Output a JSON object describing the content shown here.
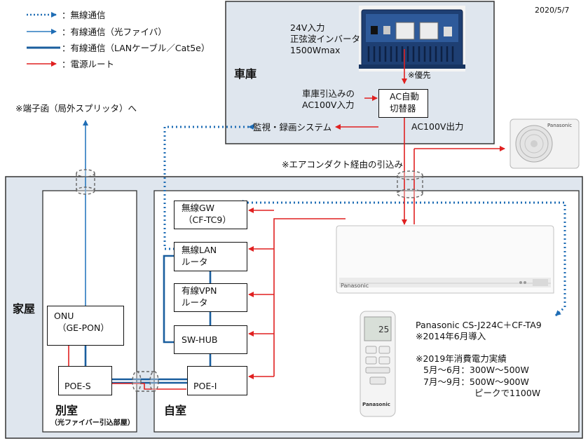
{
  "date": "2020/5/7",
  "legend": [
    {
      "label": "：無線通信",
      "color": "#1f6db5",
      "style": "dotted"
    },
    {
      "label": "：有線通信（光ファイバ）",
      "color": "#2a7abf",
      "style": "thin"
    },
    {
      "label": "：有線通信（LANケーブル／Cat5e）",
      "color": "#1a5e9e",
      "style": "thick"
    },
    {
      "label": "：電源ルート",
      "color": "#e02020",
      "style": "power"
    }
  ],
  "garage": {
    "title": "車庫",
    "inverter": [
      "24V入力",
      "正弦波インバータ",
      "1500Wmax"
    ],
    "priority": "※優先",
    "intake": [
      "車庫引込みの",
      "AC100V入力"
    ],
    "switch": [
      "AC自動",
      "切替器"
    ],
    "output": "AC100V出力",
    "monitor": "監視・録画システム"
  },
  "splitter_note": "※端子函（局外スプリッタ）へ",
  "duct_note": "※エアコンダクト経由の引込み",
  "house": {
    "title": "家屋"
  },
  "annex": {
    "title": "別室",
    "subtitle": "（光ファイバー引込部屋）",
    "onu": [
      "ONU",
      "（GE-PON）"
    ],
    "poe_s": "POE-S"
  },
  "myroom": {
    "title": "自室",
    "wgw": [
      "無線GW",
      "（CF-TC9）"
    ],
    "wlan": [
      "無線LAN",
      "ルータ"
    ],
    "vpn": [
      "有線VPN",
      "ルータ"
    ],
    "hub": "SW-HUB",
    "poe_i": "POE-I"
  },
  "aircon": {
    "model": "Panasonic CS-J224C＋CF-TA9",
    "installed": "※2014年6月導入",
    "consumption_title": "※2019年消費電力実績",
    "row1": "5月～6月：300W～500W",
    "row2": "7月～9月：500W～900W",
    "row3": "ピークで1100W",
    "brand": "Panasonic",
    "remote_temp": "25"
  }
}
